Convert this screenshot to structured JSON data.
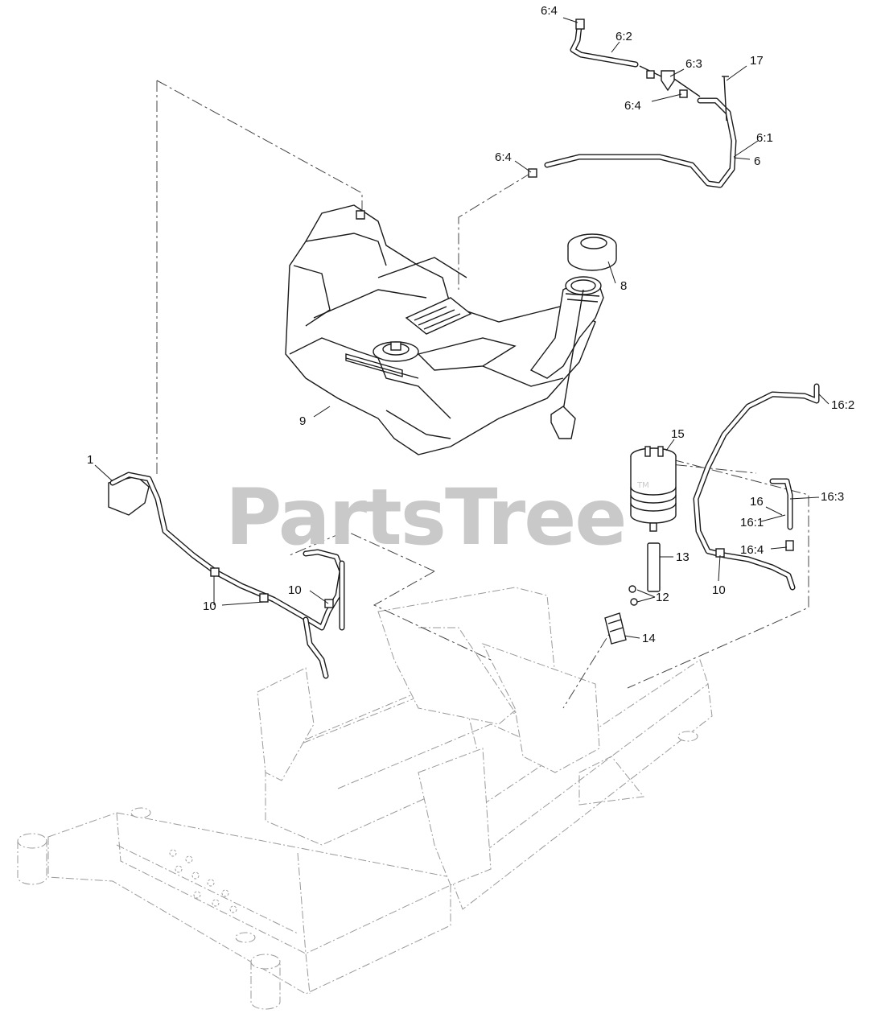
{
  "watermark": {
    "brand": "PartsTree",
    "trademark": "TM"
  },
  "callouts": [
    {
      "id": "c-6-4-top",
      "text": "6:4"
    },
    {
      "id": "c-6-2",
      "text": "6:2"
    },
    {
      "id": "c-6-3",
      "text": "6:3"
    },
    {
      "id": "c-17",
      "text": "17"
    },
    {
      "id": "c-6-4-mid",
      "text": "6:4"
    },
    {
      "id": "c-6-1",
      "text": "6:1"
    },
    {
      "id": "c-6",
      "text": "6"
    },
    {
      "id": "c-6-4-left",
      "text": "6:4"
    },
    {
      "id": "c-8",
      "text": "8"
    },
    {
      "id": "c-9",
      "text": "9"
    },
    {
      "id": "c-16-2",
      "text": "16:2"
    },
    {
      "id": "c-15",
      "text": "15"
    },
    {
      "id": "c-1",
      "text": "1"
    },
    {
      "id": "c-16",
      "text": "16"
    },
    {
      "id": "c-16-3",
      "text": "16:3"
    },
    {
      "id": "c-16-1",
      "text": "16:1"
    },
    {
      "id": "c-16-4",
      "text": "16:4"
    },
    {
      "id": "c-13",
      "text": "13"
    },
    {
      "id": "c-10-right",
      "text": "10"
    },
    {
      "id": "c-10-mid",
      "text": "10"
    },
    {
      "id": "c-12",
      "text": "12"
    },
    {
      "id": "c-10-left",
      "text": "10"
    },
    {
      "id": "c-14",
      "text": "14"
    }
  ]
}
